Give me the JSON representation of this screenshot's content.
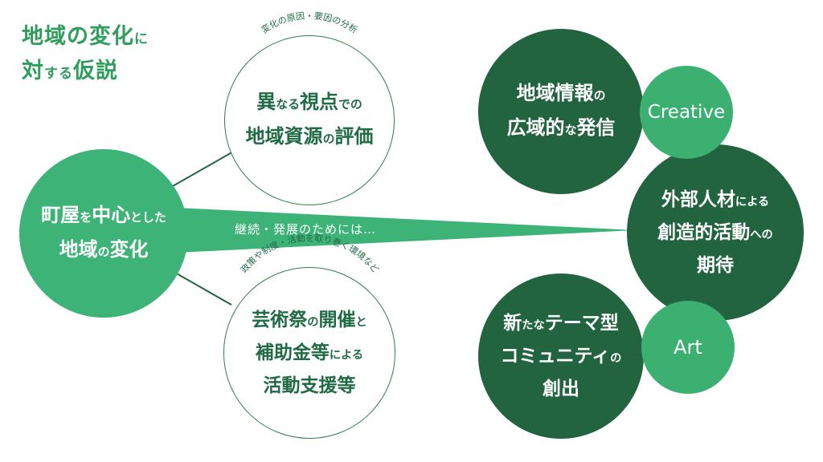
{
  "title": {
    "line1_main": "地域の変化",
    "line1_small": "に",
    "line2_main_a": "対",
    "line2_small": "する",
    "line2_main_b": "仮説"
  },
  "center": {
    "line1_a": "町屋",
    "line1_s1": "を",
    "line1_b": "中心",
    "line1_s2": "とした",
    "line2_a": "地域",
    "line2_s": "の",
    "line2_b": "変化"
  },
  "band_text": "継続・発展のためには…",
  "top_outline": {
    "arc_label": "変化の原因・要因の分析",
    "line1_a": "異",
    "line1_s1": "なる",
    "line1_b": "視点",
    "line1_s2": "での",
    "line2_a": "地域資源",
    "line2_s": "の",
    "line2_b": "評価"
  },
  "bottom_outline": {
    "arc_label": "政策や制度・活動を取り巻く環境など",
    "line1_a": "芸術祭",
    "line1_s1": "の",
    "line1_b": "開催",
    "line1_s2": "と",
    "line2_a": "補助金等",
    "line2_s": "による",
    "line3": "活動支援等"
  },
  "dark_top": {
    "line1_a": "地域情報",
    "line1_s": "の",
    "line2_a": "広域的",
    "line2_s": "な",
    "line2_b": "発信"
  },
  "dark_mid": {
    "line1_a": "外部人材",
    "line1_s": "による",
    "line2_a": "創造的活動",
    "line2_s": "への",
    "line3": "期待"
  },
  "dark_bottom": {
    "line1_a": "新",
    "line1_s": "たな",
    "line1_b": "テーマ型",
    "line2_a": "コミュニティ",
    "line2_s": "の",
    "line3": "創出"
  },
  "creative_label": "Creative",
  "art_label": "Art",
  "colors": {
    "accent": "#3eb377",
    "dark": "#21643f",
    "outline": "#2e7d4f",
    "title": "#2f9d5c"
  }
}
